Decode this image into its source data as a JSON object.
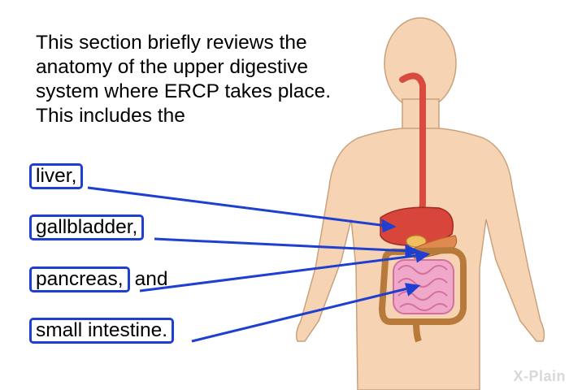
{
  "intro_text": "This section briefly reviews the anatomy of the upper digestive system where ERCP takes place. This includes the",
  "labels": [
    {
      "text": "liver,",
      "suffix": ""
    },
    {
      "text": "gallbladder,",
      "suffix": ""
    },
    {
      "text": "pancreas,",
      "suffix": "and"
    },
    {
      "text": "small intestine.",
      "suffix": ""
    }
  ],
  "watermark": "X-Plain",
  "colors": {
    "pointer": "#1f3fd1",
    "skin": "#f5d3b3",
    "skin_outline": "#c9a27c",
    "esophagus": "#d94a3f",
    "liver": "#d8453a",
    "gallbladder": "#f0c060",
    "pancreas": "#e08a50",
    "large_intestine": "#b77a3a",
    "small_intestine": "#f0a8c8"
  }
}
